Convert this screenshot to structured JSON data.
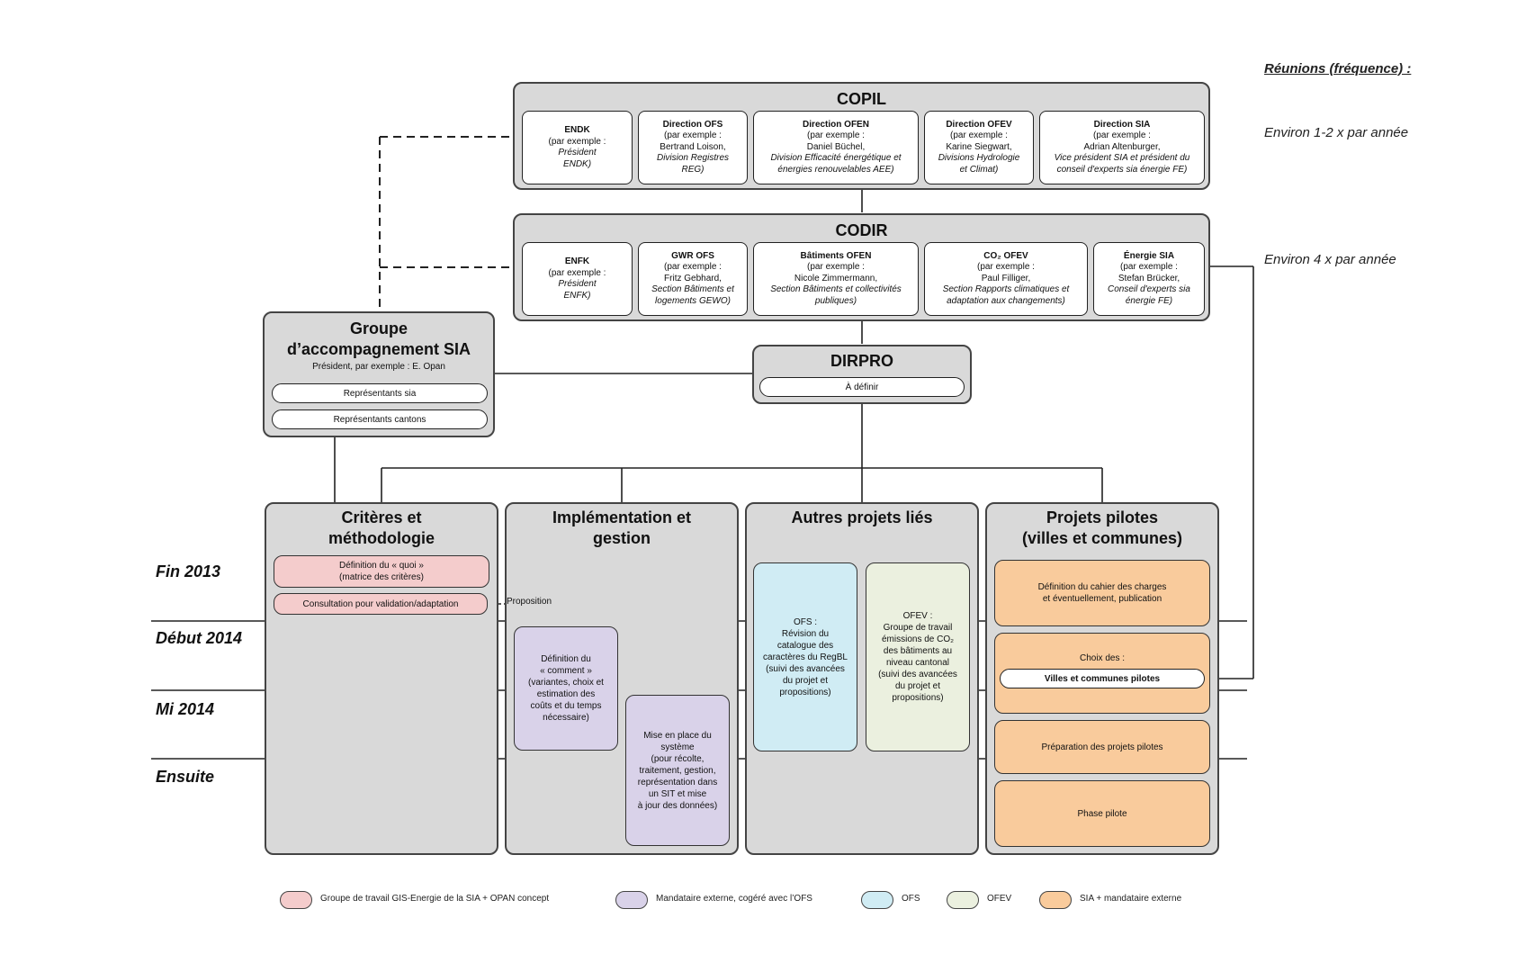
{
  "meetings_heading": "Réunions (fréquence) :",
  "copil": {
    "title": "COPIL",
    "frequency": "Environ 1-2 x par année",
    "members": [
      {
        "name": "ENDK",
        "l1": "(par exemple :",
        "l2": "Président",
        "l3": "ENDK)",
        "l4": ""
      },
      {
        "name": "Direction OFS",
        "l1": "(par exemple :",
        "l2": "Bertrand Loison,",
        "l3": "Division Registres",
        "l4": "REG)"
      },
      {
        "name": "Direction OFEN",
        "l1": "(par exemple :",
        "l2": "Daniel Büchel,",
        "l3": "Division Efficacité énergétique et",
        "l4": "énergies renouvelables AEE)"
      },
      {
        "name": "Direction OFEV",
        "l1": "(par exemple :",
        "l2": "Karine Siegwart,",
        "l3": "Divisions Hydrologie",
        "l4": "et Climat)"
      },
      {
        "name": "Direction SIA",
        "l1": "(par exemple :",
        "l2": "Adrian Altenburger,",
        "l3": "Vice président SIA et président du",
        "l4": "conseil d'experts sia énergie FE)"
      }
    ]
  },
  "codir": {
    "title": "CODIR",
    "frequency": "Environ 4 x par année",
    "members": [
      {
        "name": "ENFK",
        "l1": "(par exemple :",
        "l2": "Président",
        "l3": "ENFK)",
        "l4": ""
      },
      {
        "name": "GWR OFS",
        "l1": "(par exemple :",
        "l2": "Fritz Gebhard,",
        "l3": "Section Bâtiments et",
        "l4": "logements GEWO)"
      },
      {
        "name": "Bâtiments OFEN",
        "l1": "(par exemple :",
        "l2": "Nicole Zimmermann,",
        "l3": "Section Bâtiments et collectivités",
        "l4": "publiques)"
      },
      {
        "name": "CO₂ OFEV",
        "l1": "(par exemple :",
        "l2": "Paul Filliger,",
        "l3": "Section Rapports climatiques et",
        "l4": "adaptation aux changements)"
      },
      {
        "name": "Énergie SIA",
        "l1": "(par exemple :",
        "l2": "Stefan Brücker,",
        "l3": "Conseil d'experts sia",
        "l4": "énergie FE)"
      }
    ]
  },
  "groupe": {
    "title1": "Groupe",
    "title2": "d’accompagnement SIA",
    "subtitle": "Président, par exemple : E. Opan",
    "rep1": "Représentants sia",
    "rep2": "Représentants cantons"
  },
  "dirpro": {
    "title": "DIRPRO",
    "item": "À définir"
  },
  "columns": [
    {
      "title1": "Critères et",
      "title2": "méthodologie"
    },
    {
      "title1": "Implémentation et",
      "title2": "gestion"
    },
    {
      "title1": "Autres projets liés",
      "title2": ""
    },
    {
      "title1": "Projets pilotes",
      "title2": "(villes et communes)"
    }
  ],
  "timeline": [
    "Fin 2013",
    "Début 2014",
    "Mi 2014",
    "Ensuite"
  ],
  "tasks": {
    "quoi1": "Définition du « quoi »",
    "quoi2": "(matrice des critères)",
    "consultation": "Consultation pour validation/adaptation",
    "proposition": "Proposition",
    "comment": [
      "Définition du",
      "« comment »",
      "(variantes, choix et",
      "estimation des",
      "coûts et du temps",
      "nécessaire)"
    ],
    "systeme": [
      "Mise en place du",
      "système",
      "(pour récolte,",
      "traitement, gestion,",
      "représentation dans",
      "un SIT et mise",
      "à jour des données)"
    ],
    "ofs": [
      "OFS :",
      "Révision du",
      "catalogue des",
      "caractères du RegBL",
      "(suivi des avancées",
      "du projet et",
      "propositions)"
    ],
    "ofev": [
      "OFEV :",
      "Groupe de travail",
      "émissions de CO₂",
      "des bâtiments au",
      "niveau cantonal",
      "(suivi des avancées",
      "du projet et",
      "propositions)"
    ],
    "cahier1": "Définition du cahier des charges",
    "cahier2": "et éventuellement, publication",
    "choix": "Choix des :",
    "villes": "Villes et communes pilotes",
    "preparation": "Préparation des projets pilotes",
    "phase": "Phase pilote"
  },
  "legend": [
    {
      "label": "Groupe de travail GIS-Energie de la SIA + OPAN concept",
      "color": "#f4cccc"
    },
    {
      "label": "Mandataire externe, cogéré avec l’OFS",
      "color": "#d9d2e9"
    },
    {
      "label": "OFS",
      "color": "#d0ecf4"
    },
    {
      "label": "OFEV",
      "color": "#ebf0df"
    },
    {
      "label": "SIA + mandataire externe",
      "color": "#f9cb9c"
    }
  ]
}
